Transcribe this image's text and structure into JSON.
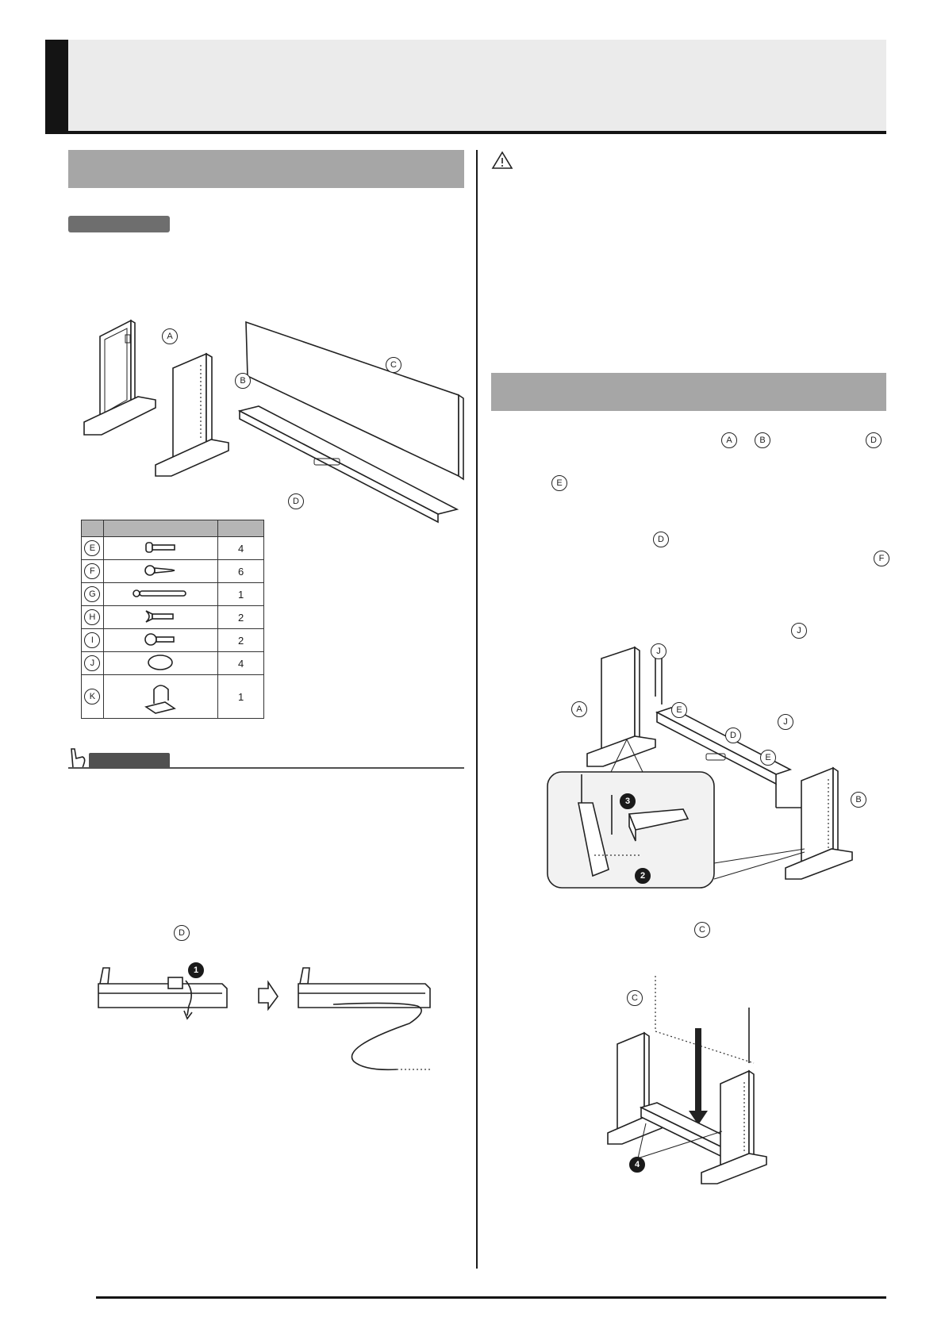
{
  "labels": {
    "a": "A",
    "b": "B",
    "c": "C",
    "d": "D",
    "e": "E",
    "f": "F",
    "g": "G",
    "h": "H",
    "i": "I",
    "j": "J",
    "k": "K"
  },
  "steps": {
    "s1": "1",
    "s2": "2",
    "s3": "3",
    "s4": "4"
  },
  "parts_table": [
    {
      "key": "E",
      "qty": "4",
      "icon": "bolt-icon"
    },
    {
      "key": "F",
      "qty": "6",
      "icon": "screw-icon"
    },
    {
      "key": "G",
      "qty": "1",
      "icon": "pin-icon"
    },
    {
      "key": "H",
      "qty": "2",
      "icon": "wing-bolt-icon"
    },
    {
      "key": "I",
      "qty": "2",
      "icon": "flange-screw-icon"
    },
    {
      "key": "J",
      "qty": "4",
      "icon": "cap-icon"
    },
    {
      "key": "K",
      "qty": "1",
      "icon": "cable-clip-icon"
    }
  ]
}
